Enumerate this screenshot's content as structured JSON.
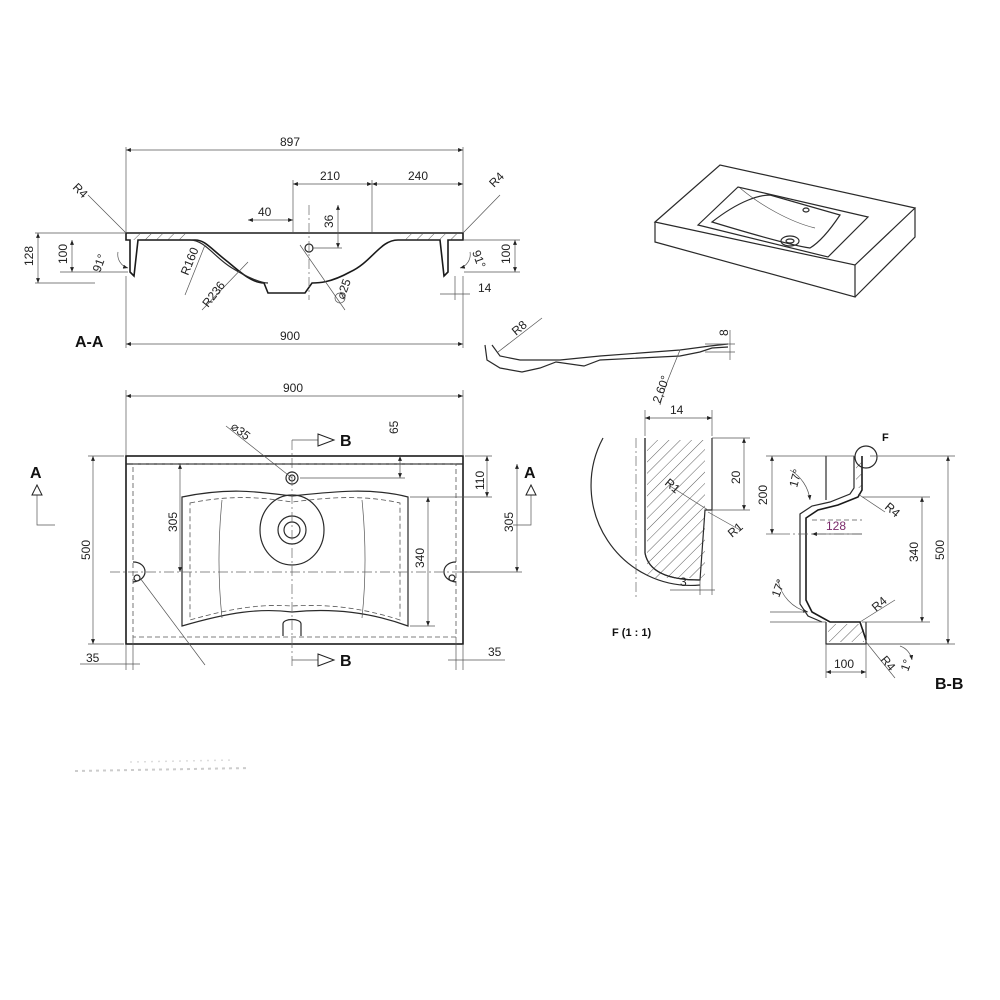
{
  "section_aa": {
    "title": "A-A",
    "dims": {
      "overall_top": "897",
      "overall_bottom": "900",
      "seg_210": "210",
      "seg_240": "240",
      "seg_40": "40",
      "seg_36": "36",
      "height_128": "128",
      "height_100_left": "100",
      "height_100_right": "100",
      "edge_14": "14",
      "angle_left": "91°",
      "angle_right": "91°",
      "radius_r4_left": "R4",
      "radius_r4_right": "R4",
      "radius_r160": "R160",
      "radius_r236": "R236",
      "drain_dia": "⌀25"
    }
  },
  "plan_view": {
    "dims": {
      "width_900": "900",
      "tap_hole": "⌀35",
      "d65": "65",
      "d110": "110",
      "d305_left": "305",
      "d305_right": "305",
      "d340": "340",
      "d500": "500",
      "d35_left": "35",
      "d35_right": "35"
    },
    "labels": {
      "a_left": "A",
      "a_right": "A",
      "b_top": "B",
      "b_bottom": "B"
    }
  },
  "detail_profile": {
    "dims": {
      "r8": "R8",
      "d8": "8",
      "slope": "2,60°"
    }
  },
  "detail_f": {
    "title": "F (1 : 1)",
    "dims": {
      "d14": "14",
      "d20": "20",
      "r1_a": "R1",
      "r1_b": "R1",
      "d3": "3"
    }
  },
  "section_bb": {
    "title": "B-B",
    "marker": "F",
    "dims": {
      "d200": "200",
      "d340": "340",
      "d500": "500",
      "d128": "128",
      "d100": "100",
      "angle_top": "17°",
      "angle_bottom": "17°",
      "angle_1": "1°",
      "r4_top": "R4",
      "r4_mid": "R4",
      "r4_bottom": "R4"
    }
  },
  "colors": {
    "line": "#2a2a2a",
    "accent_dim": "#7a2a6a"
  }
}
